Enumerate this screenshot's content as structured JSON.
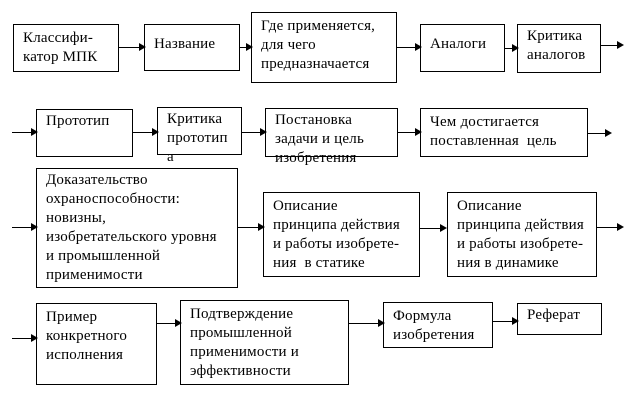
{
  "flowchart": {
    "kind": "invention-description-structure-flowchart",
    "language": "ru",
    "colors": {
      "line": "#000000",
      "text": "#000000",
      "box_background": "#ffffff",
      "page_background": "#ffffff"
    },
    "rows": [
      {
        "boxes": [
          {
            "label": "Классифи-\nкатор МПК"
          },
          {
            "label": "Название"
          },
          {
            "label": "Где применяется,\nдля чего\nпредназначается"
          },
          {
            "label": "Аналоги"
          },
          {
            "label": "Критика\nаналогов"
          }
        ]
      },
      {
        "boxes": [
          {
            "label": "Прототип"
          },
          {
            "label": "Критика\nпрототип\nа"
          },
          {
            "label": "Постановка\nзадачи и цель\nизобретения"
          },
          {
            "label": "Чем достигается\nпоставленная  цель"
          }
        ]
      },
      {
        "boxes": [
          {
            "label": "Доказательство\nохраноспособности:\nновизны,\nизобретательского уровня\nи промышленной\nприменимости"
          },
          {
            "label": "Описание\nпринципа действия\nи работы изобрете-\nния  в статике"
          },
          {
            "label": "Описание\nпринципа действия\nи работы изобрете-\nния в динамике"
          }
        ]
      },
      {
        "boxes": [
          {
            "label": "Пример\nконкретного\nисполнения"
          },
          {
            "label": "Подтверждение\nпромышленной\nприменимости и\nэффективности"
          },
          {
            "label": "Формула\nизобретения"
          },
          {
            "label": "Реферат"
          }
        ]
      }
    ]
  }
}
